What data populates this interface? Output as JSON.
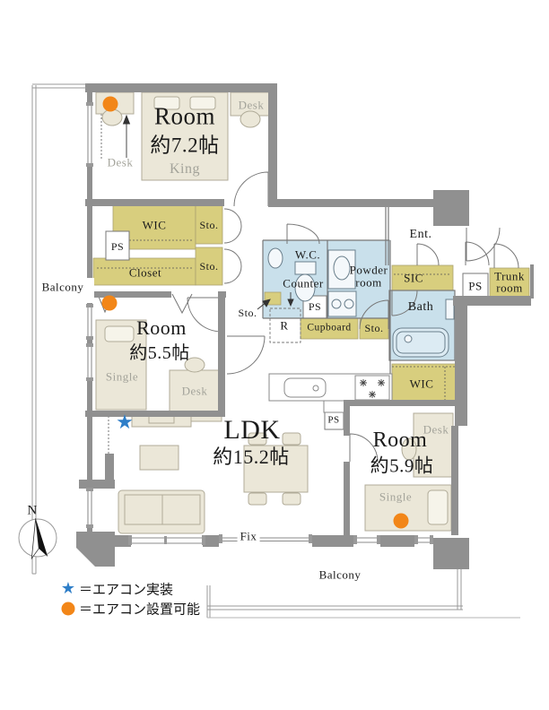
{
  "rooms": {
    "room_label": "Room",
    "bedroom1_size": "約7.2帖",
    "bedroom2_size": "約5.5帖",
    "bedroom3_size": "約5.9帖",
    "ldk_label": "LDK",
    "ldk_size": "約15.2帖"
  },
  "labels": {
    "wic": "WIC",
    "closet": "Closet",
    "storage": "Sto.",
    "pipe_space": "PS",
    "cupboard": "Cupboard",
    "refrigerator": "R",
    "wc": "W.C.",
    "counter": "Counter",
    "powder_line1": "Powder",
    "powder_line2": "room",
    "bath": "Bath",
    "sic": "SIC",
    "entrance": "Ent.",
    "trunk_line1": "Trunk",
    "trunk_line2": "room",
    "fix": "Fix",
    "balcony": "Balcony",
    "desk": "Desk",
    "king": "King",
    "single": "Single"
  },
  "legend": {
    "star_symbol": "★",
    "star_text": "＝エアコン実装",
    "circle_text": "＝エアコン設置可能"
  },
  "compass": {
    "north": "N"
  },
  "colors": {
    "wall": "#909090",
    "storage_fill": "#d8ce7e",
    "water_fill": "#c9e0eb",
    "furniture_fill": "#ebe7d8",
    "aircon_installed": "#2e7ec8",
    "aircon_possible": "#f28618"
  }
}
